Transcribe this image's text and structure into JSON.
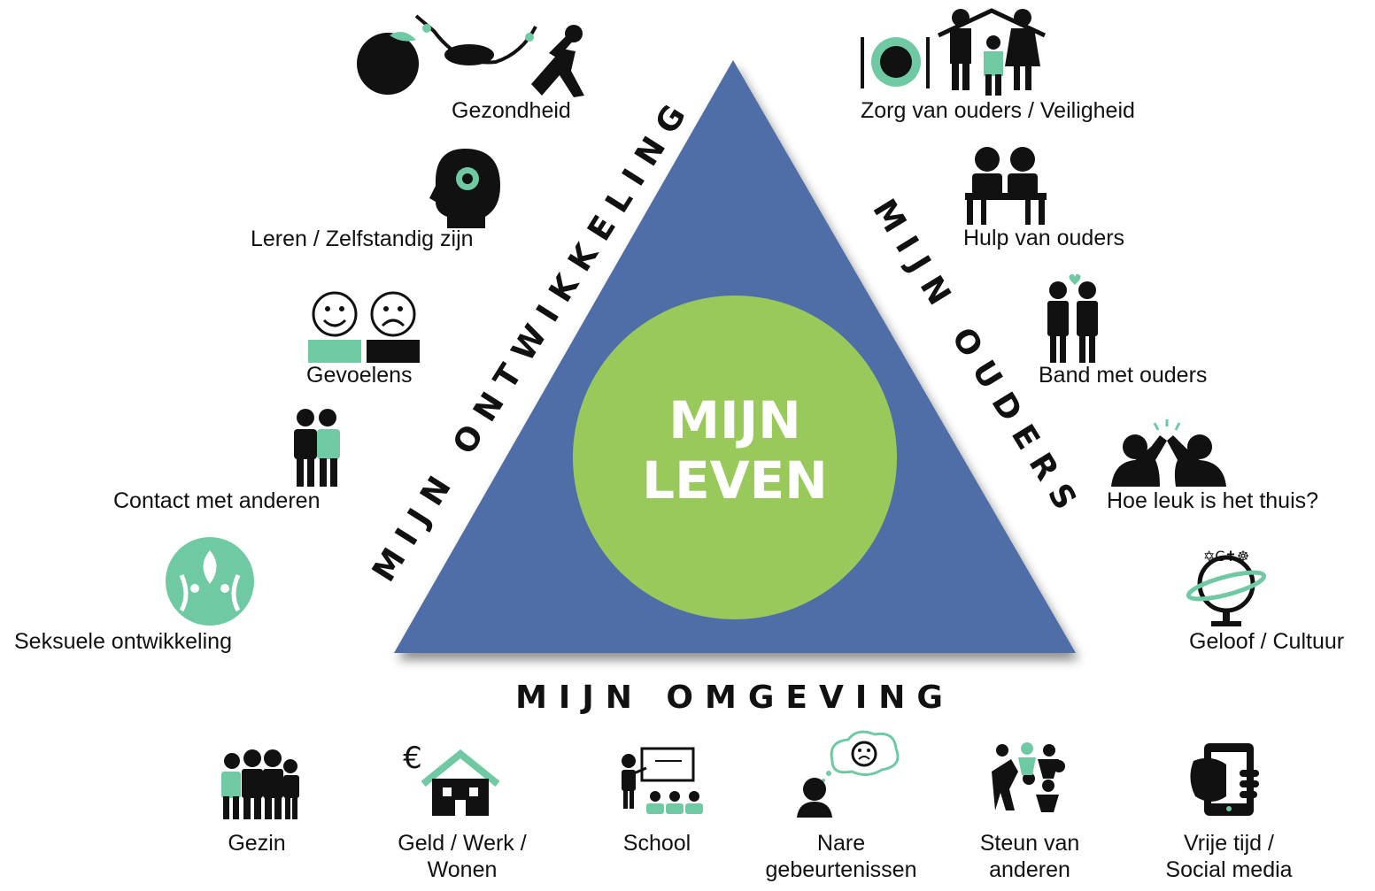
{
  "center": {
    "line1": "MIJN",
    "line2": "LEVEN"
  },
  "sides": {
    "left": "MIJN ONTWIKKELING",
    "right": "MIJN OUDERS",
    "bottom": "MIJN OMGEVING"
  },
  "development_items": [
    {
      "label": "Gezondheid",
      "icon": "health-icon"
    },
    {
      "label": "Leren / Zelfstandig zijn",
      "icon": "head-lightbulb-icon"
    },
    {
      "label": "Gevoelens",
      "icon": "happy-sad-faces-icon"
    },
    {
      "label": "Contact met anderen",
      "icon": "two-people-icon"
    },
    {
      "label": "Seksuele ontwikkeling",
      "icon": "sexual-development-icon"
    }
  ],
  "parents_items": [
    {
      "label": "Zorg van ouders / Veiligheid",
      "icon": "family-home-icon"
    },
    {
      "label": "Hulp van ouders",
      "icon": "helping-at-table-icon"
    },
    {
      "label": "Band met ouders",
      "icon": "bond-icon"
    },
    {
      "label": "Hoe leuk is het thuis?",
      "icon": "high-five-icon"
    },
    {
      "label": "Geloof / Cultuur",
      "icon": "globe-religion-icon"
    }
  ],
  "environment_items": [
    {
      "label": "Gezin",
      "icon": "family-group-icon"
    },
    {
      "label_line1": "Geld / Werk /",
      "label_line2": "Wonen",
      "icon": "house-euro-icon"
    },
    {
      "label": "School",
      "icon": "classroom-icon"
    },
    {
      "label_line1": "Nare",
      "label_line2": "gebeurtenissen",
      "icon": "sad-thought-icon"
    },
    {
      "label_line1": "Steun van",
      "label_line2": "anderen",
      "icon": "support-people-icon"
    },
    {
      "label_line1": "Vrije tijd /",
      "label_line2": "Social media",
      "icon": "phone-hand-icon"
    }
  ],
  "colors": {
    "triangle": "#4f6ea8",
    "circle": "#9ac95b",
    "accent": "#6fcaa4",
    "text": "#111111"
  }
}
